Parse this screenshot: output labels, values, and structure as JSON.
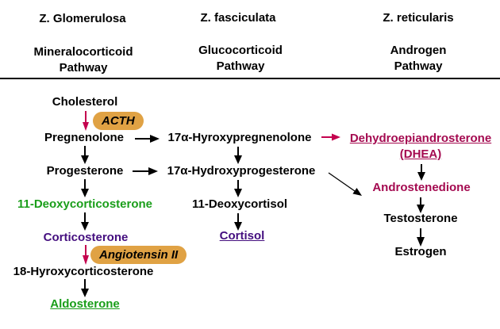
{
  "header": {
    "columns": [
      {
        "zone": "Z. Glomerulosa",
        "pathway": "Mineralocorticoid\nPathway"
      },
      {
        "zone": "Z. fasciculata",
        "pathway": "Glucocorticoid\nPathway"
      },
      {
        "zone": "Z. reticularis",
        "pathway": "Androgen\nPathway"
      }
    ]
  },
  "pills": {
    "acth": "ACTH",
    "angiotensin": "Angiotensin II"
  },
  "nodes": {
    "cholesterol": "Cholesterol",
    "pregnenolone": "Pregnenolone",
    "progesterone": "Progesterone",
    "deoxycorticosterone": "11-Deoxycorticosterone",
    "corticosterone": "Corticosterone",
    "hydroxycorticosterone": "18-Hyroxycorticosterone",
    "aldosterone": "Aldosterone",
    "hyroxypregnenolone": "17α-Hyroxypregnenolone",
    "hydroxyprogesterone": "17α-Hydroxyprogesterone",
    "deoxycortisol": "11-Deoxycortisol",
    "cortisol": "Cortisol",
    "dhea": "Dehydroepiandrosterone\n(DHEA)",
    "androstenedione": "Androstenedione",
    "testosterone": "Testosterone",
    "estrogen": "Estrogen"
  },
  "colors": {
    "text-black": "#000000",
    "green": "#1A9E1A",
    "purple": "#440E7F",
    "crimson-text": "#A40A50",
    "crimson-arrow": "#C4024E",
    "pill-orange": "#E0A244",
    "background": "#FFFFFF"
  }
}
